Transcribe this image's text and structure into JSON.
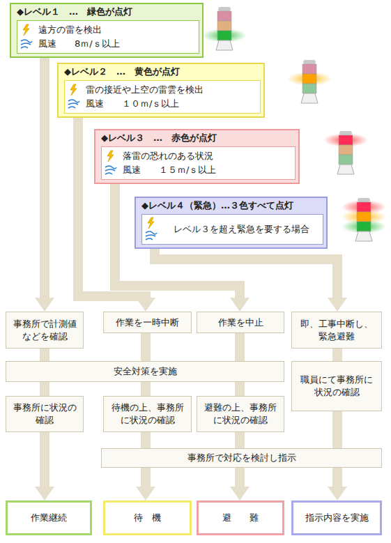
{
  "diagram": {
    "nodes": [
      {
        "text": [
          "◆レベル１　…　緑色が点灯",
          "遠方の雷を検出",
          "風速　　8ｍ/ｓ以上"
        ]
      },
      {
        "text": [
          "◆レベル２　…　黄色が点灯",
          "雷の接近や上空の雷雲を検出",
          "風速　　１０ｍ/ｓ以上"
        ]
      },
      {
        "text": [
          "◆レベル３　…　赤色が点灯",
          "落雷の恐れのある状況",
          "風速　　１５ｍ/ｓ以上"
        ]
      },
      {
        "text": [
          "◆レベル４（緊急）…３色すべて点灯",
          "レベル３を超え緊急を要する場合"
        ]
      },
      {
        "text": [
          "事務所で計測値などを確認"
        ]
      },
      {
        "text": [
          "作業を一時中断"
        ]
      },
      {
        "text": [
          "作業を中止"
        ]
      },
      {
        "text": [
          "即、工事中断し、緊急避難"
        ]
      },
      {
        "text": [
          "安全対策を実施"
        ]
      },
      {
        "text": [
          "職員にて事務所に状況の確認"
        ]
      },
      {
        "text": [
          "事務所に状況の確認"
        ]
      },
      {
        "text": [
          "待機の上、事務所に状況の確認"
        ]
      },
      {
        "text": [
          "避難の上、事務所に状況の確認"
        ]
      },
      {
        "text": [
          "事務所で対応を検討し指示"
        ]
      },
      {
        "text": [
          "作業継続"
        ]
      },
      {
        "text": [
          "待　機"
        ]
      },
      {
        "text": [
          "避　　難"
        ]
      },
      {
        "text": [
          "指示内容を実施"
        ]
      }
    ],
    "edges": [
      {
        "from": 0,
        "to": 4,
        "arrow": "to"
      },
      {
        "from": 1,
        "to": 5,
        "arrow": "to"
      },
      {
        "from": 2,
        "to": 6,
        "arrow": "to"
      },
      {
        "from": 3,
        "to": 7,
        "arrow": "to"
      },
      {
        "from": 4,
        "to": 8,
        "arrow": "none"
      },
      {
        "from": 5,
        "to": 8,
        "arrow": "none"
      },
      {
        "from": 6,
        "to": 8,
        "arrow": "none"
      },
      {
        "from": 7,
        "to": 9,
        "arrow": "none"
      },
      {
        "from": 8,
        "to": 10,
        "arrow": "none"
      },
      {
        "from": 8,
        "to": 11,
        "arrow": "none"
      },
      {
        "from": 8,
        "to": 12,
        "arrow": "none"
      },
      {
        "from": 9,
        "to": 13,
        "arrow": "none"
      },
      {
        "from": 10,
        "to": 14,
        "arrow": "to"
      },
      {
        "from": 11,
        "to": 13,
        "arrow": "none"
      },
      {
        "from": 12,
        "to": 13,
        "arrow": "none"
      },
      {
        "from": 13,
        "to": 15,
        "arrow": "to"
      },
      {
        "from": 13,
        "to": 16,
        "arrow": "to"
      },
      {
        "from": 13,
        "to": 17,
        "arrow": "to"
      }
    ]
  }
}
